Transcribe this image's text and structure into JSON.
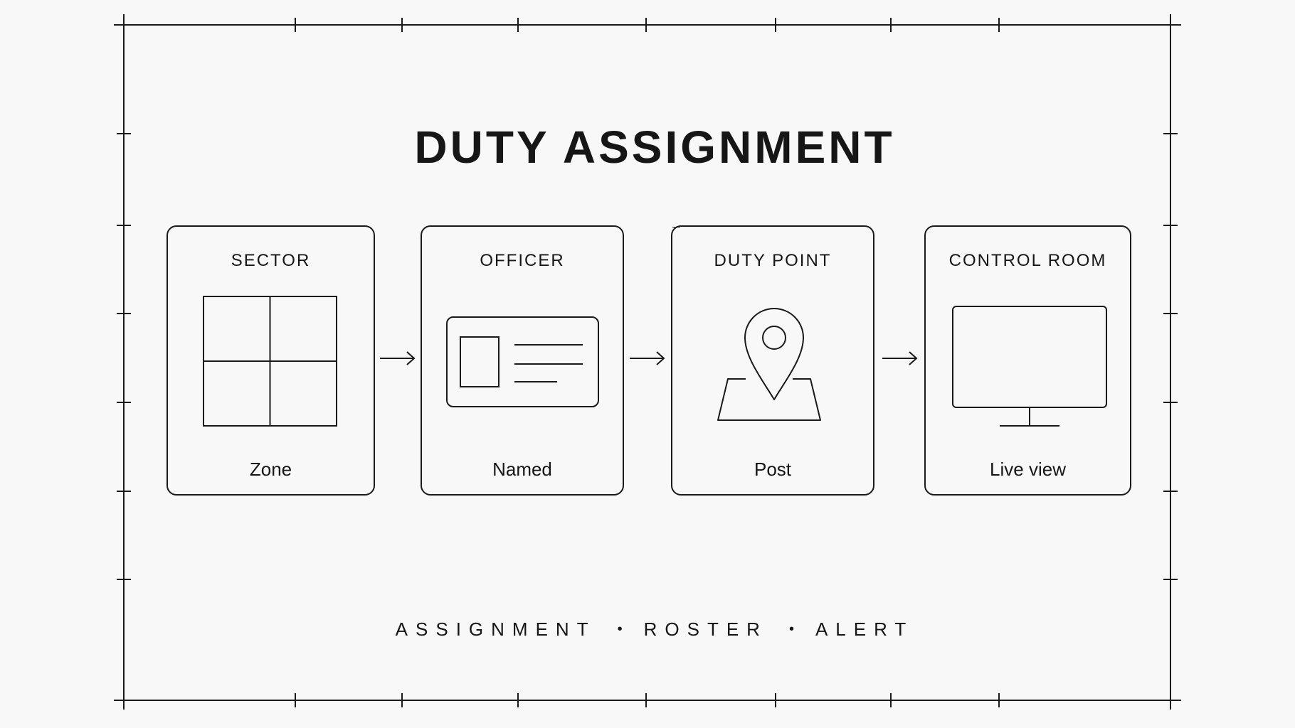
{
  "diagram": {
    "title": "DUTY ASSIGNMENT",
    "stages": [
      {
        "title": "SECTOR",
        "caption": "Zone",
        "icon": "grid-icon"
      },
      {
        "title": "OFFICER",
        "caption": "Named",
        "icon": "id-card-icon"
      },
      {
        "title": "DUTY POINT",
        "caption": "Post",
        "icon": "map-pin-icon"
      },
      {
        "title": "CONTROL ROOM",
        "caption": "Live view",
        "icon": "monitor-icon"
      }
    ],
    "footer": [
      "ASSIGNMENT",
      "ROSTER",
      "ALERT"
    ],
    "footer_separator": "•"
  },
  "colors": {
    "ink": "#161616",
    "background": "#f8f8f8"
  }
}
